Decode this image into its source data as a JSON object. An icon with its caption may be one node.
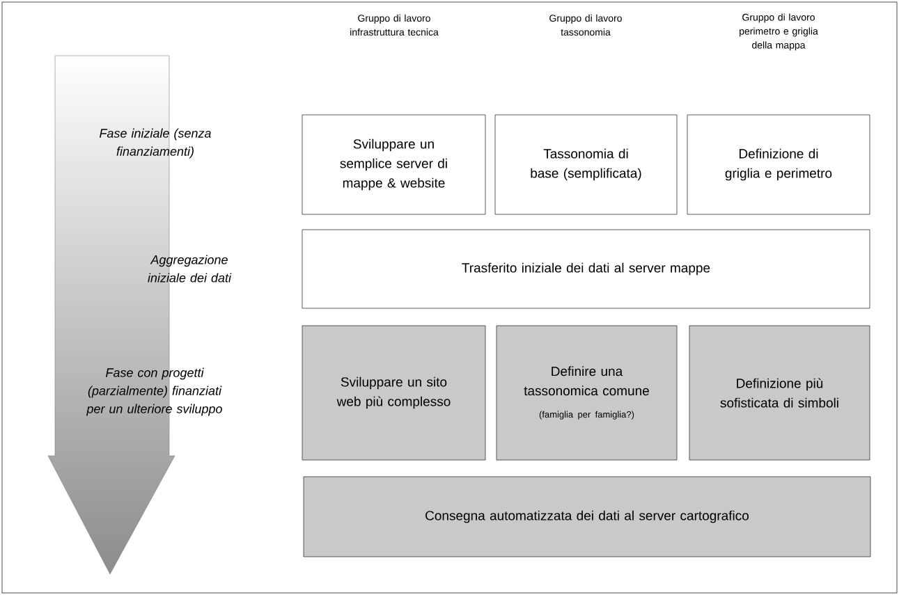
{
  "diagram": {
    "nodes": [
      {
        "text": [
          "Sviluppare un semplice server di mappe & website"
        ]
      },
      {
        "text": [
          "Tassonomia di base (semplificata)"
        ]
      },
      {
        "text": [
          "Definizione di griglia e perimetro"
        ]
      },
      {
        "text": [
          "Trasferito iniziale dei dati al server mappe"
        ]
      },
      {
        "text": [
          "Sviluppare un sito web più complesso"
        ]
      },
      {
        "text": [
          "Definire una tassonomica comune",
          "(famiglia per famiglia?)"
        ]
      },
      {
        "text": [
          "Definizione più sofisticata di simboli"
        ]
      },
      {
        "text": [
          "Consegna automatizzata dei dati al server cartografico"
        ]
      }
    ],
    "edges": [],
    "labels": [
      "Gruppo di lavoro infrastruttura tecnica",
      "Gruppo di lavoro tassonomia",
      "Gruppo di lavoro perimetro e griglia della mappa",
      "Fase iniziale (senza finanziamenti)",
      "Aggregazione iniziale dei dati",
      "Fase con progetti (parzialmente) finanziati per un ulteriore sviluppo"
    ]
  }
}
